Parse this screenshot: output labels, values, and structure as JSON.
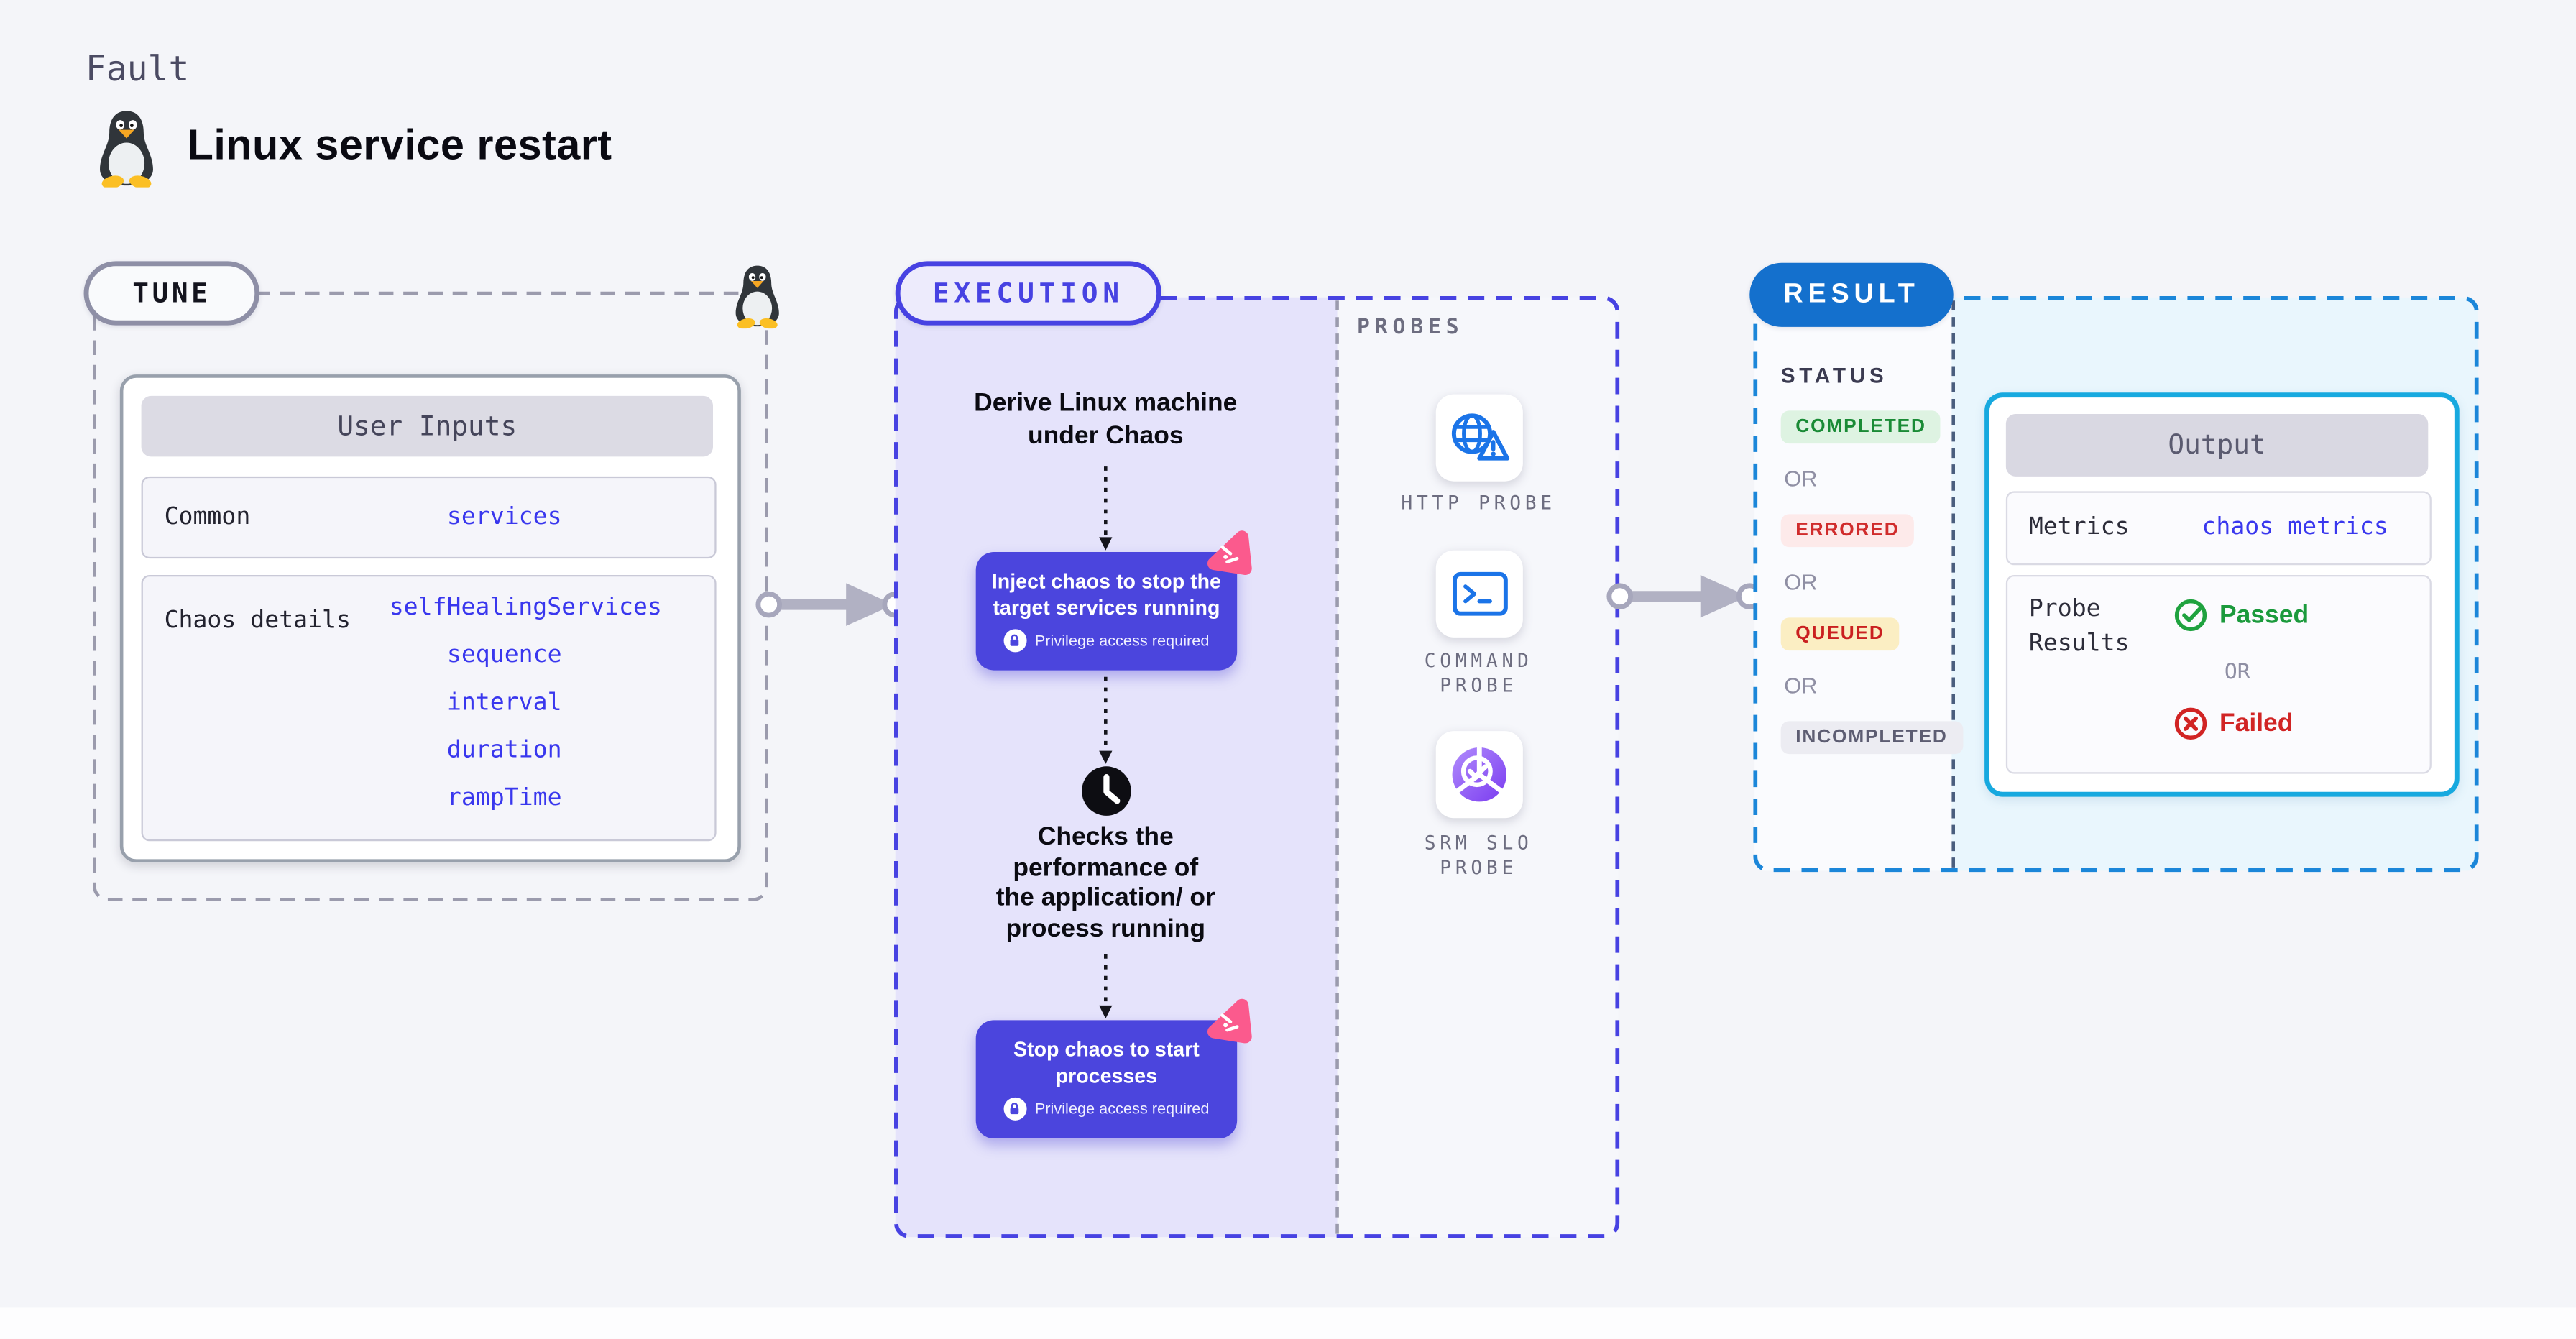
{
  "header": {
    "eyebrow": "Fault",
    "title": "Linux service restart",
    "icon": "tux-penguin-icon"
  },
  "tune": {
    "pill": "TUNE",
    "corner_icon": "tux-penguin-icon",
    "table": {
      "header": "User Inputs",
      "rows": [
        {
          "label": "Common",
          "links": [
            "services"
          ]
        },
        {
          "label": "Chaos details",
          "links": [
            "selfHealingServices",
            "sequence",
            "interval",
            "duration",
            "rampTime"
          ]
        }
      ]
    }
  },
  "execution": {
    "pill": "EXECUTION",
    "step1": {
      "lines": [
        "Derive Linux machine",
        "under Chaos"
      ]
    },
    "inject_box": {
      "lines": [
        "Inject chaos to stop the",
        "target services running"
      ],
      "badge": "Privilege access required",
      "badge_icon": "lock-icon",
      "corner_icon": "litmus-chaos-icon"
    },
    "clock_icon": "clock-icon",
    "step2": {
      "lines": [
        "Checks the",
        "performance of",
        "the application/ or",
        "process running"
      ]
    },
    "stop_box": {
      "lines": [
        "Stop chaos to start",
        "processes"
      ],
      "badge": "Privilege access required",
      "badge_icon": "lock-icon",
      "corner_icon": "litmus-chaos-icon"
    }
  },
  "probes": {
    "label": "PROBES",
    "items": [
      {
        "icon": "globe-warning-icon",
        "lines": [
          "HTTP PROBE",
          ""
        ]
      },
      {
        "icon": "terminal-icon",
        "lines": [
          "COMMAND",
          "PROBE"
        ]
      },
      {
        "icon": "slo-donut-check-icon",
        "lines": [
          "SRM SLO",
          "PROBE"
        ]
      }
    ]
  },
  "result": {
    "pill": "RESULT",
    "status": {
      "label": "STATUS",
      "or": "OR",
      "options": [
        "COMPLETED",
        "ERRORED",
        "QUEUED",
        "INCOMPLETED"
      ]
    },
    "output": {
      "header": "Output",
      "metrics_label": "Metrics",
      "metrics_link": "chaos metrics",
      "probe_results": {
        "lines": [
          "Probe",
          "Results"
        ]
      },
      "passed": "Passed",
      "or": "OR",
      "failed": "Failed",
      "passed_icon": "check-circle-icon",
      "failed_icon": "x-circle-icon"
    }
  },
  "colors": {
    "page_bg": "#f4f5f9",
    "accent_indigo": "#4742e2",
    "step_purple": "#4b45dd",
    "chaos_pink": "#fb5a8d",
    "result_blue": "#1470cd",
    "result_dash_blue": "#1b86d9",
    "output_border_cyan": "#17a9df",
    "link_blue": "#3937ee",
    "probe_icon_blue": "#1b74e8",
    "slo_purple": "#8b5cf6",
    "passed_green": "#1b9a3c",
    "failed_red": "#d12424",
    "arrow_gray": "#b1b1c3"
  }
}
